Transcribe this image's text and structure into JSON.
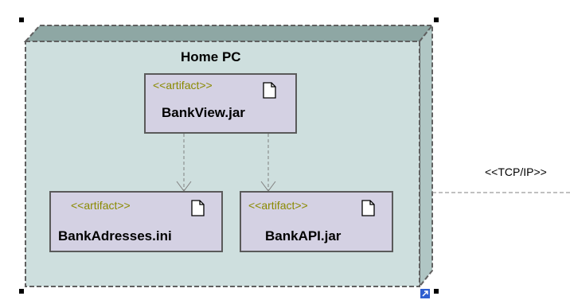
{
  "node": {
    "title": "Home PC"
  },
  "artifacts": [
    {
      "id": "bankview",
      "stereotype": "<<artifact>>",
      "name": "BankView.jar"
    },
    {
      "id": "bankadresses",
      "stereotype": "<<artifact>>",
      "name": "BankAdresses.ini"
    },
    {
      "id": "bankapi",
      "stereotype": "<<artifact>>",
      "name": "BankAPI.jar"
    }
  ],
  "connection": {
    "label": "<<TCP/IP>>"
  },
  "icons": {
    "artifact": "document-icon",
    "resize": "resize-grip-icon"
  },
  "colors": {
    "node_fill": "#cedfde",
    "node_top": "#8ea7a4",
    "node_side": "#b0c6c4",
    "artifact_fill": "#d4d1e3",
    "stereotype_text": "#8a8a00",
    "border": "#5a5a5a"
  }
}
